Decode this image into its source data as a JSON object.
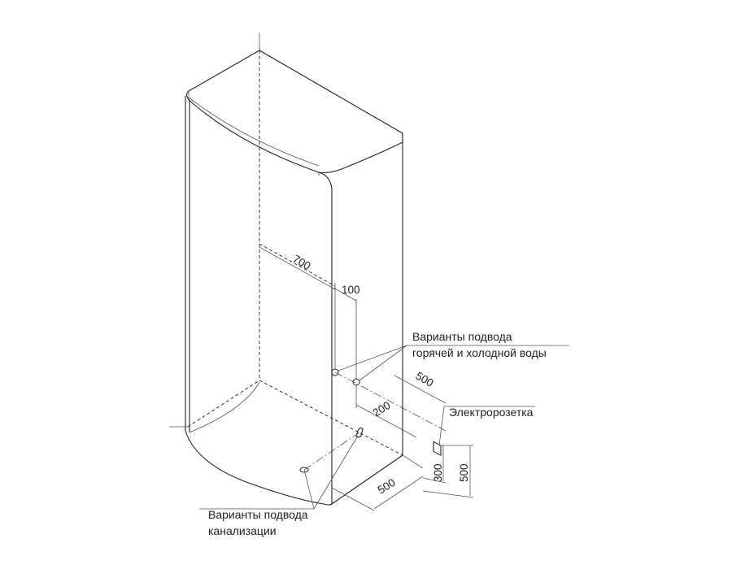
{
  "labels": {
    "water_line1": "Варианты подвода",
    "water_line2": "горячей и холодной воды",
    "socket": "Электророзетка",
    "drain_line1": "Варианты подвода",
    "drain_line2": "канализации"
  },
  "dimensions": {
    "d700": "700",
    "d100": "100",
    "d500_top": "500",
    "d200": "200",
    "d500_bottom": "500",
    "d300": "300",
    "d500_vertical": "500"
  },
  "colors": {
    "line": "#222222",
    "background": "#ffffff"
  }
}
